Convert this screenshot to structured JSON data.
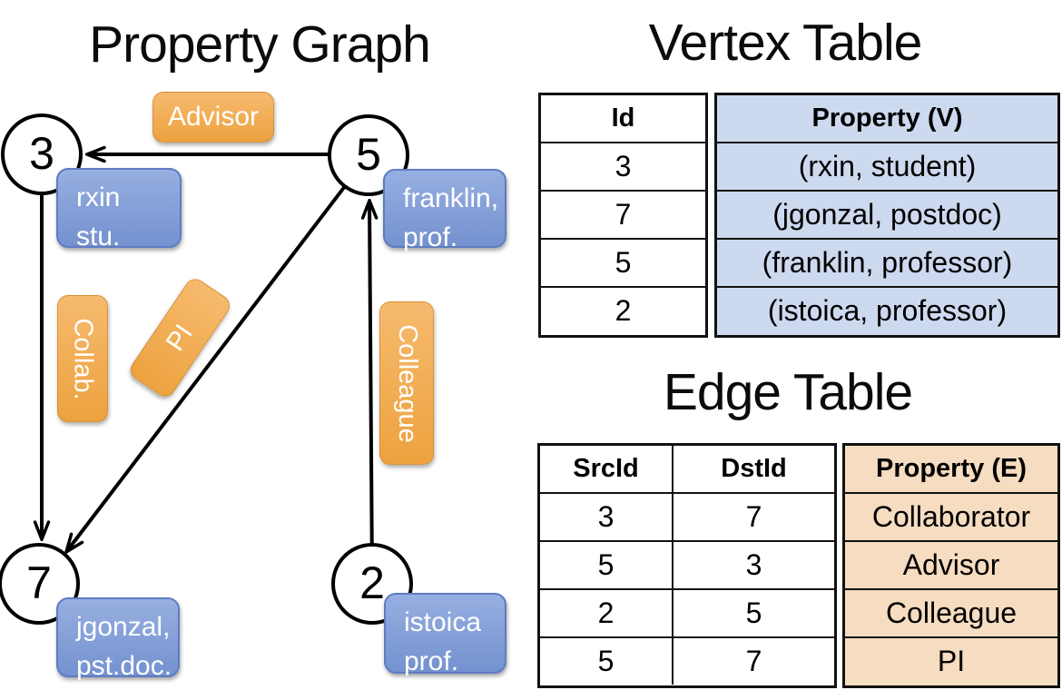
{
  "graph": {
    "title": "Property Graph",
    "nodes": [
      {
        "id": "3",
        "label_lines": [
          "rxin",
          "stu."
        ]
      },
      {
        "id": "5",
        "label_lines": [
          "franklin,",
          "prof."
        ]
      },
      {
        "id": "7",
        "label_lines": [
          "jgonzal,",
          "pst.doc."
        ]
      },
      {
        "id": "2",
        "label_lines": [
          "istoica",
          "prof."
        ]
      }
    ],
    "edges": [
      {
        "src": "5",
        "dst": "3",
        "label": "Advisor"
      },
      {
        "src": "3",
        "dst": "7",
        "label": "Collab."
      },
      {
        "src": "5",
        "dst": "7",
        "label": "PI"
      },
      {
        "src": "2",
        "dst": "5",
        "label": "Colleague"
      }
    ]
  },
  "vertex_table": {
    "title": "Vertex Table",
    "columns": [
      "Id",
      "Property (V)"
    ],
    "rows": [
      [
        "3",
        "(rxin, student)"
      ],
      [
        "7",
        "(jgonzal, postdoc)"
      ],
      [
        "5",
        "(franklin, professor)"
      ],
      [
        "2",
        "(istoica, professor)"
      ]
    ]
  },
  "edge_table": {
    "title": "Edge Table",
    "columns": [
      "SrcId",
      "DstId",
      "Property (E)"
    ],
    "rows": [
      [
        "3",
        "7",
        "Collaborator"
      ],
      [
        "5",
        "3",
        "Advisor"
      ],
      [
        "2",
        "5",
        "Colleague"
      ],
      [
        "5",
        "7",
        "PI"
      ]
    ]
  },
  "colors": {
    "edge_label_orange": "#EDA23F",
    "edge_label_orange_light": "#F6BA6E",
    "node_label_blue": "#7492CF",
    "node_label_blue_light": "#97AFE1",
    "vertex_property_bg": "#CDD9EE",
    "edge_property_bg": "#F6DCC0",
    "line_color": "#000000"
  }
}
